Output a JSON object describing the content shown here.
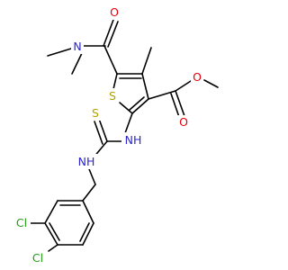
{
  "molecule": {
    "atom_colors": {
      "O": "#e8000b",
      "N": "#2b26c9",
      "S": "#b3a100",
      "Cl": "#1f9f12"
    },
    "labels": {
      "o_amide": "O",
      "n_dimethyl": "N",
      "s_ring": "S",
      "nh_amine": "NH",
      "o_ester_carbonyl": "O",
      "o_ester": "O",
      "s_thiourea": "S",
      "nh_thiourea": "NH",
      "cl_meta": "Cl",
      "cl_para": "Cl"
    }
  }
}
